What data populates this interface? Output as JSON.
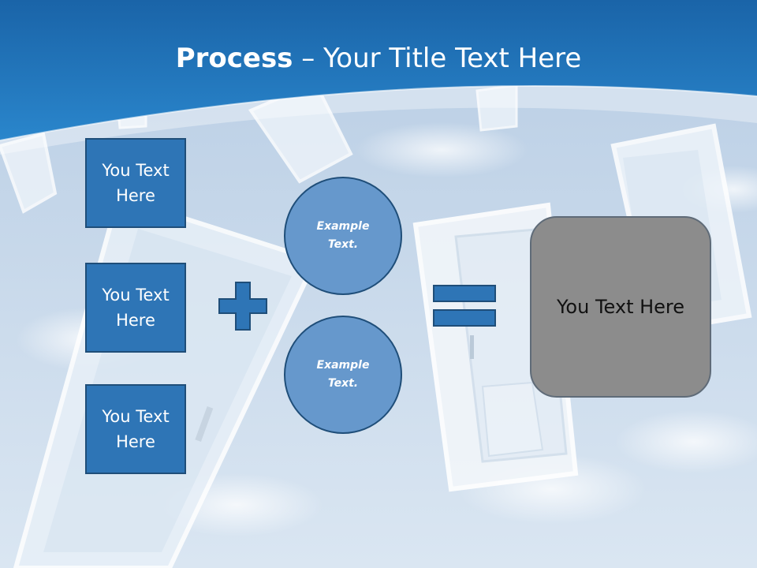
{
  "slide": {
    "title_bold": "Process",
    "title_rest": " – Your Title Text Here",
    "input_boxes": [
      {
        "label": "You Text\nHere"
      },
      {
        "label": "You Text\nHere"
      },
      {
        "label": "You Text\nHere"
      }
    ],
    "circles": [
      {
        "label": "Example\nText."
      },
      {
        "label": "Example\nText."
      }
    ],
    "result_box": {
      "label": "You Text Here"
    },
    "operators": [
      "plus",
      "equals"
    ]
  },
  "colors": {
    "header_blue": "#2079c2",
    "box_fill": "#2e75b6",
    "box_border": "#1f4e79",
    "circle_fill": "#6698cc",
    "result_fill": "#8c8c8c",
    "sky": "#c9d9ea"
  }
}
